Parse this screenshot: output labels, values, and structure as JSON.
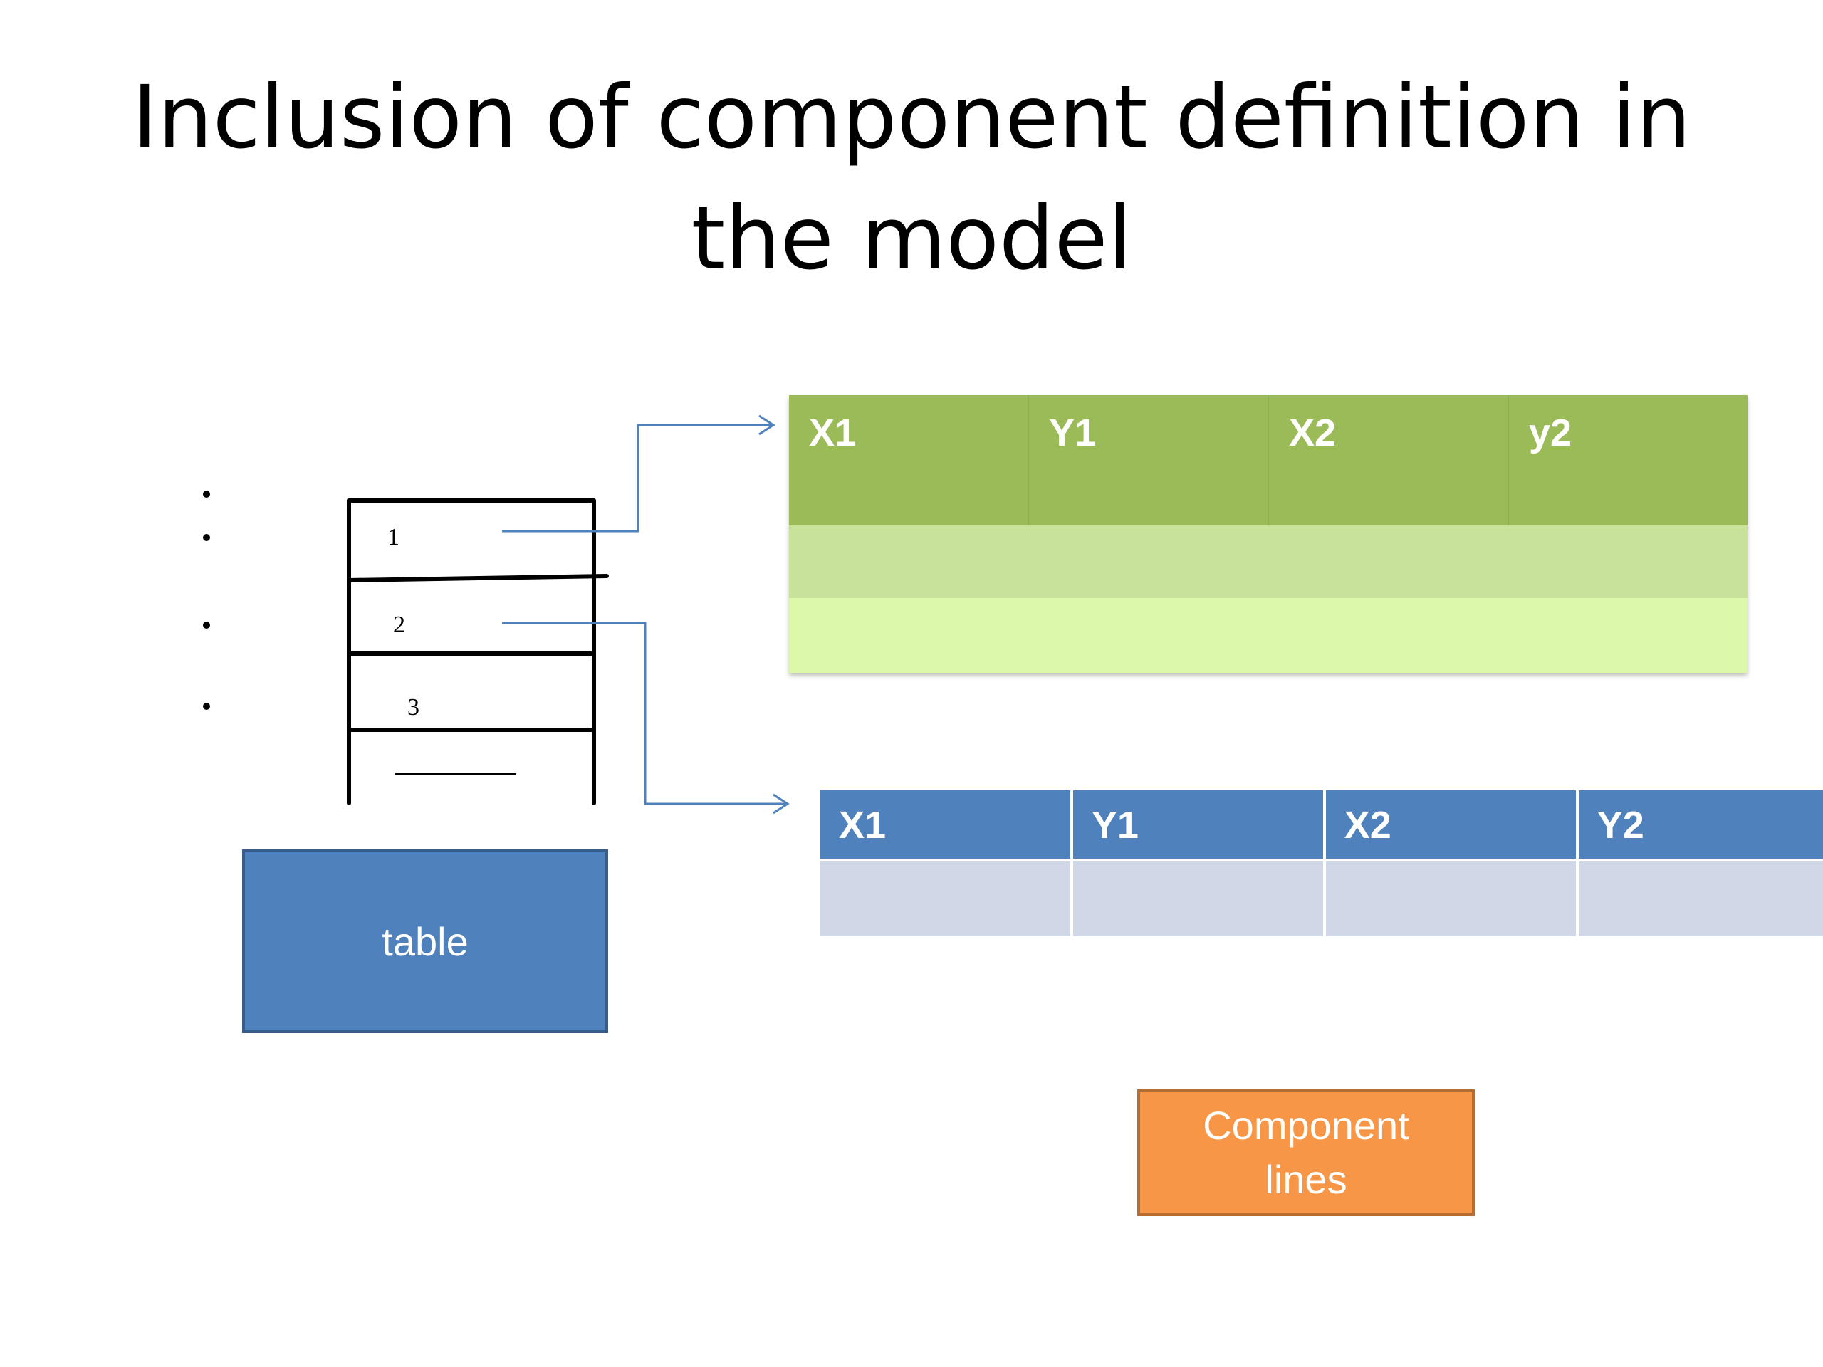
{
  "title": {
    "line1": "Inclusion of component definition in",
    "line2": "the model"
  },
  "list": {
    "items": [
      "1",
      "2",
      "3"
    ]
  },
  "green_table": {
    "columns": [
      "X1",
      "Y1",
      "X2",
      "y2"
    ],
    "rows": [
      [
        "",
        "",
        "",
        ""
      ],
      [
        "",
        "",
        "",
        ""
      ]
    ],
    "colors": {
      "header": "#9bbb59",
      "row1": "#c8e29a",
      "row2": "#dcf8aa"
    }
  },
  "blue_table": {
    "columns": [
      "X1",
      "Y1",
      "X2",
      "Y2"
    ],
    "rows": [
      [
        "",
        "",
        "",
        ""
      ]
    ],
    "colors": {
      "header": "#4f81bd",
      "row": "#d0d8e8"
    }
  },
  "table_box": {
    "label": "table",
    "color": "#4f81bd"
  },
  "component_box": {
    "line1": "Component",
    "line2": "lines",
    "color": "#f79646"
  },
  "arrow_color": "#4f81bd"
}
